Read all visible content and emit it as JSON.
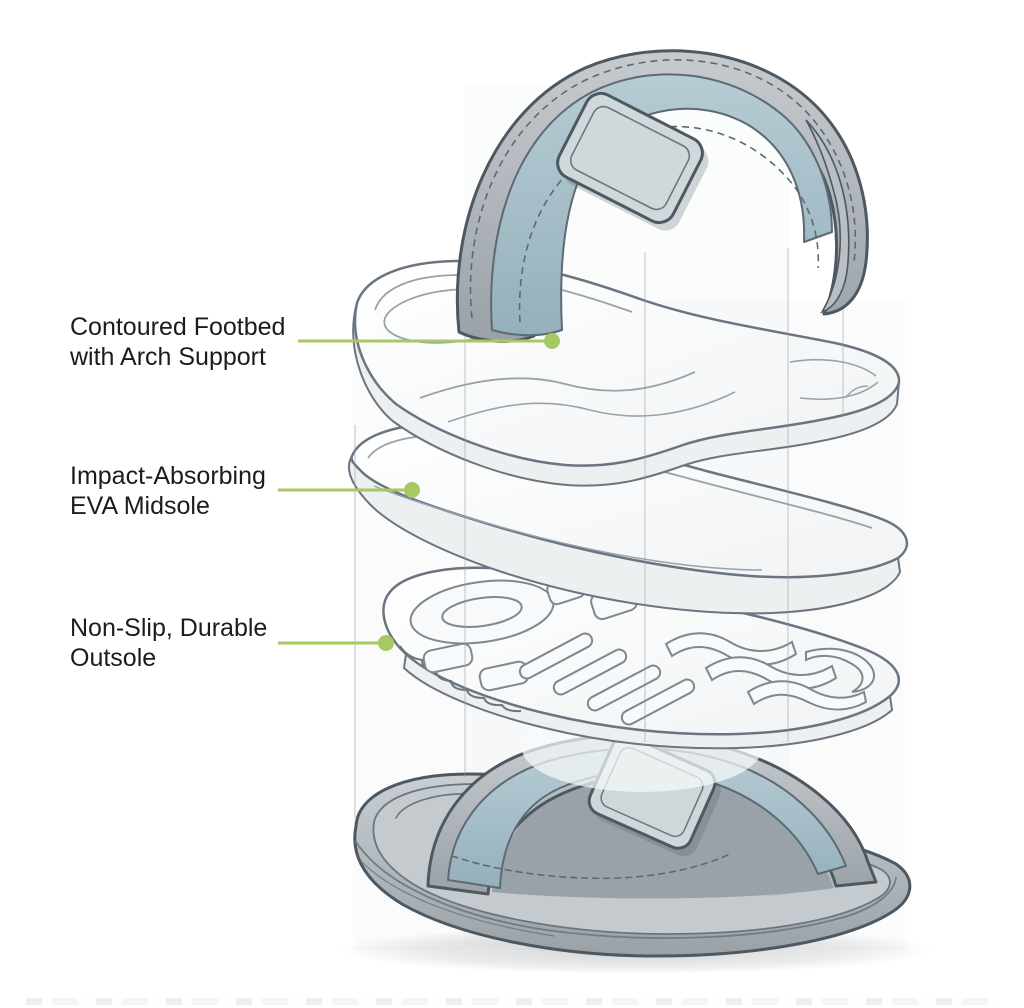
{
  "diagram": {
    "type": "exploded-product-diagram",
    "subject": "slide sandal with adjustable hook-and-loop strap",
    "background_color": "#ffffff",
    "accent_color": "#a6c964",
    "outline_color": "#4d5861",
    "strap_gray_color": "#aab0b5",
    "strap_blue_color": "#a8c1ca",
    "buckle_color": "#cfd8da",
    "text_color": "#1c1c1e",
    "labels": [
      {
        "id": "footbed",
        "line1": "Contoured Footbed",
        "line2": "with Arch Support",
        "target_layer": "contoured-footbed"
      },
      {
        "id": "midsole",
        "line1": "Impact-Absorbing",
        "line2": "EVA Midsole",
        "target_layer": "eva-midsole"
      },
      {
        "id": "outsole",
        "line1": "Non-Slip, Durable",
        "line2": "Outsole",
        "target_layer": "outsole"
      }
    ],
    "layers": [
      {
        "name": "strap"
      },
      {
        "name": "contoured-footbed"
      },
      {
        "name": "eva-midsole"
      },
      {
        "name": "outsole"
      },
      {
        "name": "assembled-sandal"
      }
    ]
  }
}
